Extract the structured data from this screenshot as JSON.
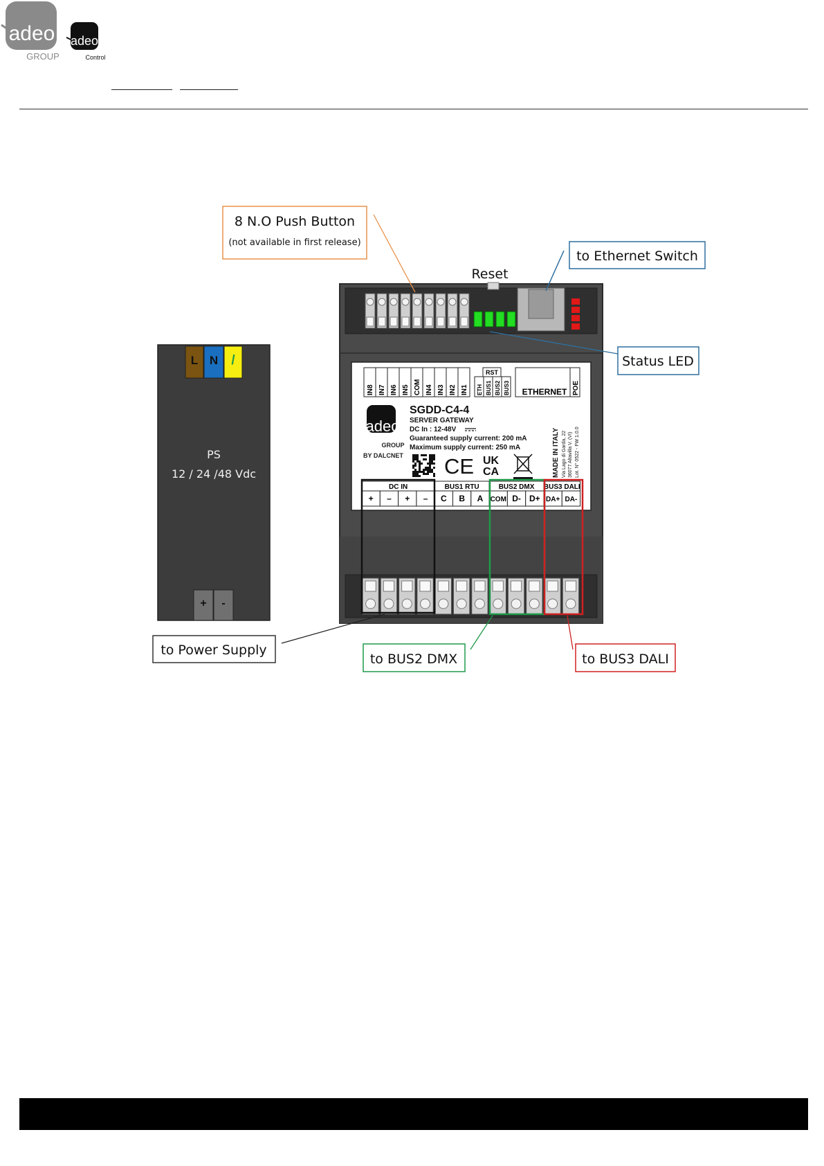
{
  "header": {
    "logo_left": {
      "wordmark": "adeo",
      "sub": "GROUP"
    },
    "logo_right": {
      "wordmark": "adeo",
      "sub": "Control"
    }
  },
  "power_supply": {
    "terminals": [
      "L",
      "N",
      "/"
    ],
    "label": "PS",
    "voltage": "12 / 24 /48 Vdc",
    "outputs": [
      "+",
      "-"
    ]
  },
  "device": {
    "model": "SGDD-C4-4",
    "type": "SERVER GATEWAY",
    "dc_in": "DC In : 12-48V",
    "guaranteed": "Guaranteed supply current: 200 mA",
    "maximum": "Maximum supply current: 250 mA",
    "brand": "adeo",
    "brand_group": "GROUP",
    "by": "BY DALCNET",
    "made_in": "MADE IN ITALY",
    "address1": "Via Lago di Garda, 22",
    "address2": "36077 Altavilla V. (VI)",
    "lot": "Lot. N° 0522 - FW 1.0.0",
    "ce": "CE",
    "ukca_top": "UK",
    "ukca_bottom": "CA",
    "top_inputs": [
      "IN8",
      "IN7",
      "IN6",
      "IN5",
      "COM",
      "IN4",
      "IN3",
      "IN2",
      "IN1"
    ],
    "rst": "RST",
    "led_labels": [
      "ETH",
      "BUS1",
      "BUS2",
      "BUS3"
    ],
    "ethernet": "ETHERNET",
    "poe": "POE",
    "groups": [
      {
        "name": "DC IN",
        "pins": [
          "+",
          "–",
          "+",
          "–"
        ]
      },
      {
        "name": "BUS1 RTU",
        "pins": [
          "C",
          "B",
          "A"
        ]
      },
      {
        "name": "BUS2 DMX",
        "pins": [
          "COM",
          "D-",
          "D+"
        ]
      },
      {
        "name": "BUS3 DALI",
        "pins": [
          "DA+",
          "DA-"
        ]
      }
    ]
  },
  "callouts": {
    "push_button_title": "8 N.O Push Button",
    "push_button_note": "(not available in first release)",
    "reset": "Reset",
    "ethernet_switch": "to Ethernet Switch",
    "status_led": "Status LED",
    "power_supply": "to Power Supply",
    "bus2": "to BUS2 DMX",
    "bus3": "to BUS3 DALI"
  },
  "colors": {
    "push_button": "#e8924a",
    "ethernet": "#2f6f9f",
    "bus2": "#1f9a4a",
    "bus3": "#d02020",
    "led_green": "#22dd22",
    "led_red": "#e01818",
    "terminal_L": "#7a5410",
    "terminal_N": "#1a6fc0",
    "terminal_PE": "#f5ee10"
  }
}
